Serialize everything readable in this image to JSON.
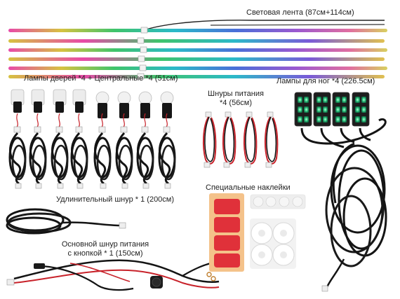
{
  "labels": {
    "light_strip": "Световая лента (87см+114см)",
    "door_lamps": "Лампы дверей *4 + Центральные *4 (51см)",
    "power_cords_line1": "Шнуры питания",
    "power_cords_line2": "*4 (56см)",
    "foot_lamps": "Лампы для ног *4 (226.5см)",
    "special_stickers": "Специальные наклейки",
    "extension_cord": "Удлинительный шнур * 1 (200см)",
    "main_cord_line1": "Основной шнур питания",
    "main_cord_line2": "с кнопкой * 1 (150см)"
  },
  "colors": {
    "background": "#ffffff",
    "cable": "#141414",
    "red_wire": "#c8222a",
    "foot_lamp_led": "#2bbf7a",
    "sticker_red": "#e0313a",
    "sticker_backing": "#f4c28a",
    "pad_white": "#f6f6f6"
  },
  "icons": [
    "rgb-strip-icon",
    "door-lamp-icon",
    "power-cord-icon",
    "foot-lamp-icon",
    "sticker-sheet-icon",
    "extension-cable-icon",
    "main-cord-button-icon"
  ]
}
